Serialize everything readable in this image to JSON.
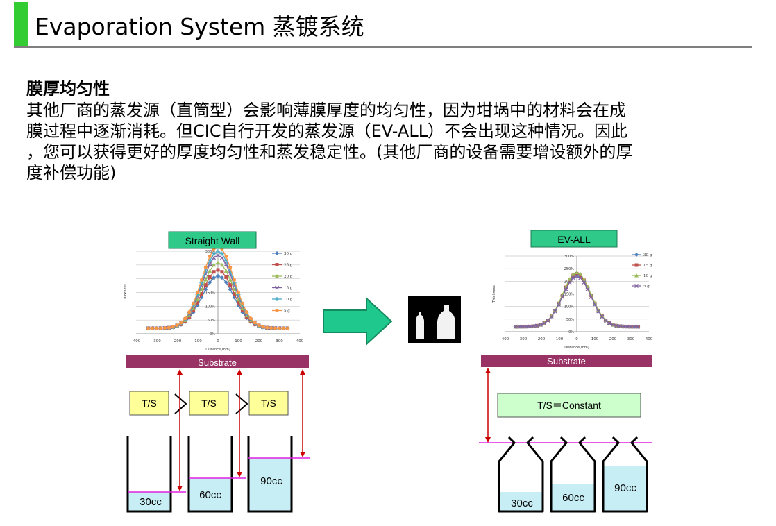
{
  "title": "Evaporation System 蒸镀系统",
  "subtitle": "膜厚均匀性",
  "paragraph_lines": [
    "其他厂商的蒸发源（直筒型）会影响薄膜厚度的均匀性，因为坩埚中的材料会在成",
    "膜过程中逐渐消耗。但CIC自行开发的蒸发源（EV-ALL）不会出现这种情况。因此",
    "，您可以获得更好的厚度均匀性和蒸发稳定性。(其他厂商的设备需要增设额外的厚",
    "度补偿功能)"
  ],
  "left_figure": {
    "box_label": "Straight Wall",
    "substrate_label": "Substrate",
    "ts_labels": [
      "T/S",
      "T/S",
      "T/S"
    ],
    "crucible_labels": [
      "30cc",
      "60cc",
      "90cc"
    ],
    "crucible_fill_levels": [
      0.18,
      0.42,
      0.72
    ]
  },
  "right_figure": {
    "box_label": "EV-ALL",
    "substrate_label": "Substrate",
    "ts_label": "T/S＝Constant",
    "crucible_labels": [
      "30cc",
      "60cc",
      "90cc"
    ],
    "crucible_fill_levels": [
      0.25,
      0.35,
      0.6
    ]
  },
  "chart_data": [
    {
      "type": "line",
      "title": "Straight Wall",
      "xlabel": "Distance[mm]",
      "ylabel": "Thickness",
      "xlim": [
        -400,
        400
      ],
      "ylim": [
        0,
        300
      ],
      "x_ticks": [
        "-400",
        "-300",
        "-200",
        "-100",
        "0",
        "100",
        "200",
        "300",
        "400"
      ],
      "y_ticks": [
        "0%",
        "50%",
        "100%",
        "150%",
        "200%",
        "250%",
        "300%"
      ],
      "series": [
        {
          "name": "30 g",
          "color": "#4f81bd",
          "marker": "diamond",
          "peak": 210
        },
        {
          "name": "25 g",
          "color": "#c0504d",
          "marker": "square",
          "peak": 232
        },
        {
          "name": "20 g",
          "color": "#9bbb59",
          "marker": "triangle",
          "peak": 258
        },
        {
          "name": "15 g",
          "color": "#8064a2",
          "marker": "x",
          "peak": 285
        },
        {
          "name": "10 g",
          "color": "#4bacc6",
          "marker": "star",
          "peak": 300
        },
        {
          "name": "5 g",
          "color": "#f79646",
          "marker": "circle",
          "peak": 318
        }
      ],
      "legend": "right"
    },
    {
      "type": "line",
      "title": "EV-ALL",
      "xlabel": "Distance[mm]",
      "ylabel": "Thickness",
      "xlim": [
        -400,
        400
      ],
      "ylim": [
        0,
        300
      ],
      "x_ticks": [
        "-400",
        "-300",
        "-200",
        "-100",
        "0",
        "100",
        "200",
        "300",
        "400"
      ],
      "y_ticks": [
        "0%",
        "50%",
        "100%",
        "150%",
        "200%",
        "250%",
        "300%"
      ],
      "series": [
        {
          "name": "30 g",
          "color": "#4f81bd",
          "marker": "diamond",
          "peak": 225
        },
        {
          "name": "15 g",
          "color": "#c0504d",
          "marker": "square",
          "peak": 230
        },
        {
          "name": "10 g",
          "color": "#9bbb59",
          "marker": "triangle",
          "peak": 235
        },
        {
          "name": "5 g",
          "color": "#8064a2",
          "marker": "x",
          "peak": 220
        }
      ],
      "legend": "right"
    }
  ]
}
